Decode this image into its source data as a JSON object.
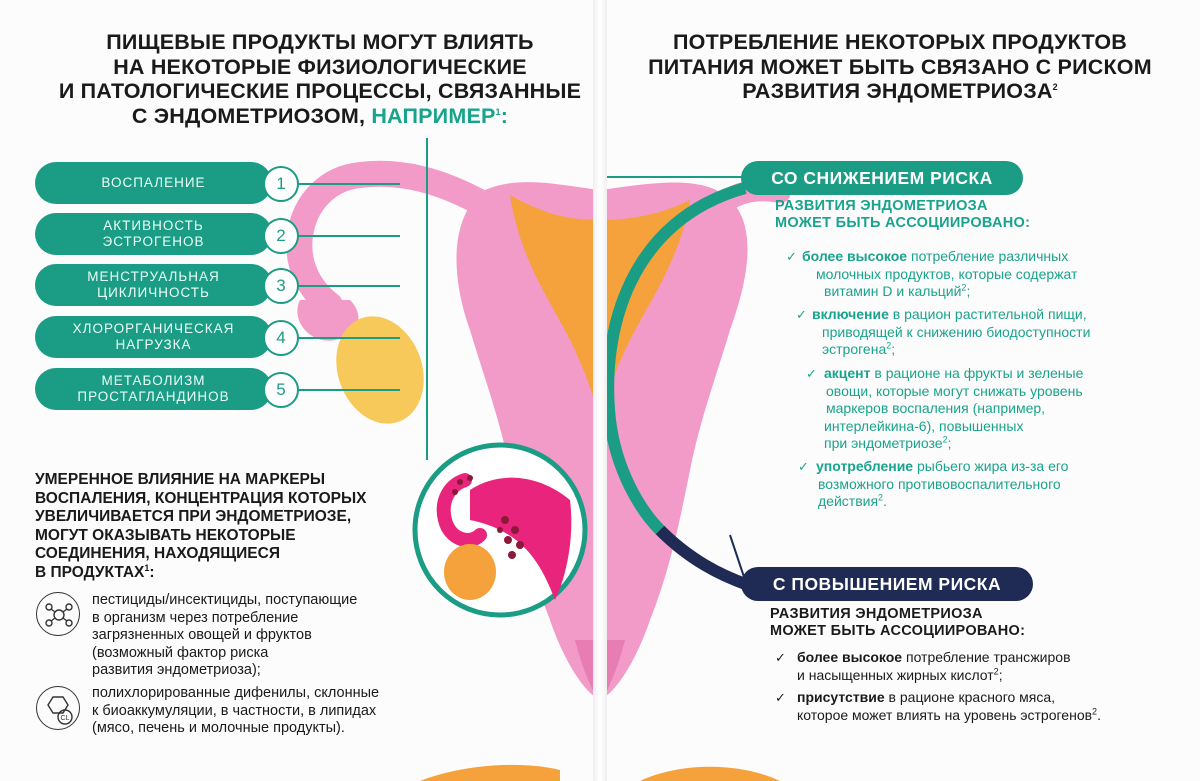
{
  "left": {
    "title_lines": [
      "ПИЩЕВЫЕ ПРОДУКТЫ МОГУТ ВЛИЯТЬ",
      "НА НЕКОТОРЫЕ ФИЗИОЛОГИЧЕСКИЕ",
      "И ПАТОЛОГИЧЕСКИЕ ПРОЦЕССЫ, СВЯЗАННЫЕ"
    ],
    "title_last": "С ЭНДОМЕТРИОЗОМ,",
    "title_accent": "НАПРИМЕР",
    "title_sup": "1",
    "title_end": ":",
    "processes": [
      {
        "number": "1",
        "line1": "ВОСПАЛЕНИЕ",
        "line2": ""
      },
      {
        "number": "2",
        "line1": "АКТИВНОСТЬ",
        "line2": "ЭСТРОГЕНОВ"
      },
      {
        "number": "3",
        "line1": "МЕНСТРУАЛЬНАЯ",
        "line2": "ЦИКЛИЧНОСТЬ"
      },
      {
        "number": "4",
        "line1": "ХЛОРОРГАНИЧЕСКАЯ",
        "line2": "НАГРУЗКА"
      },
      {
        "number": "5",
        "line1": "МЕТАБОЛИЗМ",
        "line2": "ПРОСТАГЛАНДИНОВ"
      }
    ],
    "moderate_lines": [
      "УМЕРЕННОЕ ВЛИЯНИЕ НА МАРКЕРЫ",
      "ВОСПАЛЕНИЯ, КОНЦЕНТРАЦИЯ КОТОРЫХ",
      "УВЕЛИЧИВАЕТСЯ ПРИ ЭНДОМЕТРИОЗЕ,",
      "МОГУТ ОКАЗЫВАТЬ НЕКОТОРЫЕ",
      "СОЕДИНЕНИЯ, НАХОДЯЩИЕСЯ"
    ],
    "moderate_last": "В ПРОДУКТАХ",
    "moderate_sup": "1",
    "moderate_end": ":",
    "products": [
      {
        "icon": "molecule-icon",
        "lines": [
          "пестициды/инсектициды, поступающие",
          "в организм через потребление",
          "загрязненных овощей и фруктов",
          "(возможный фактор риска",
          "развития эндометриоза);"
        ]
      },
      {
        "icon": "chlorine-hexagon-icon",
        "icon_label": "CL",
        "lines": [
          "полихлорированные дифенилы, склонные",
          "к биоаккумуляции, в частности, в липидах",
          "(мясо, печень и молочные продукты)."
        ]
      }
    ]
  },
  "right": {
    "title_lines": [
      "ПОТРЕБЛЕНИЕ НЕКОТОРЫХ ПРОДУКТОВ",
      "ПИТАНИЯ МОЖЕТ БЫТЬ СВЯЗАНО С РИСКОМ"
    ],
    "title_last": "РАЗВИТИЯ ЭНДОМЕТРИОЗА",
    "title_sup": "2",
    "reduced": {
      "band": "СО СНИЖЕНИЕМ РИСКА",
      "sub1": "РАЗВИТИЯ ЭНДОМЕТРИОЗА",
      "sub2": "МОЖЕТ БЫТЬ АССОЦИИРОВАНО:",
      "items": [
        {
          "bold": "более высокое",
          "lines": [
            " потребление различных",
            "молочных продуктов, которые содержат",
            "витамин D и кальций"
          ],
          "sup": "2",
          "end": ";"
        },
        {
          "bold": "включение",
          "lines": [
            " в рацион растительной пищи,",
            "приводящей к снижению биодоступности",
            "эстрогена"
          ],
          "sup": "2",
          "end": ";"
        },
        {
          "bold": "акцент",
          "lines": [
            " в рационе на фрукты и зеленые",
            "овощи, которые могут снижать уровень",
            "маркеров воспаления (например,",
            "интерлейкина-6), повышенных",
            "при эндометриозе"
          ],
          "sup": "2",
          "end": ";"
        },
        {
          "bold": "употребление",
          "lines": [
            " рыбьего жира из-за его",
            "возможного противовоспалительного",
            "действия"
          ],
          "sup": "2",
          "end": "."
        }
      ]
    },
    "increased": {
      "band": "С ПОВЫШЕНИЕМ РИСКА",
      "sub1": "РАЗВИТИЯ ЭНДОМЕТРИОЗА",
      "sub2": "МОЖЕТ БЫТЬ АССОЦИИРОВАНО:",
      "items": [
        {
          "bold": "более высокое",
          "lines": [
            " потребление трансжиров",
            "и насыщенных жирных кислот"
          ],
          "sup": "2",
          "end": ";"
        },
        {
          "bold": "присутствие",
          "lines": [
            " в рационе красного мяса,",
            "которое может влиять на уровень эстрогенов"
          ],
          "sup": "2",
          "end": "."
        }
      ]
    }
  },
  "colors": {
    "teal": "#1b9c84",
    "teal_text": "#18a48c",
    "navy": "#1f2a55",
    "pink": "#f29ac8",
    "orange": "#f5a23c",
    "yellow": "#f7c85a",
    "magenta": "#e8247c"
  }
}
